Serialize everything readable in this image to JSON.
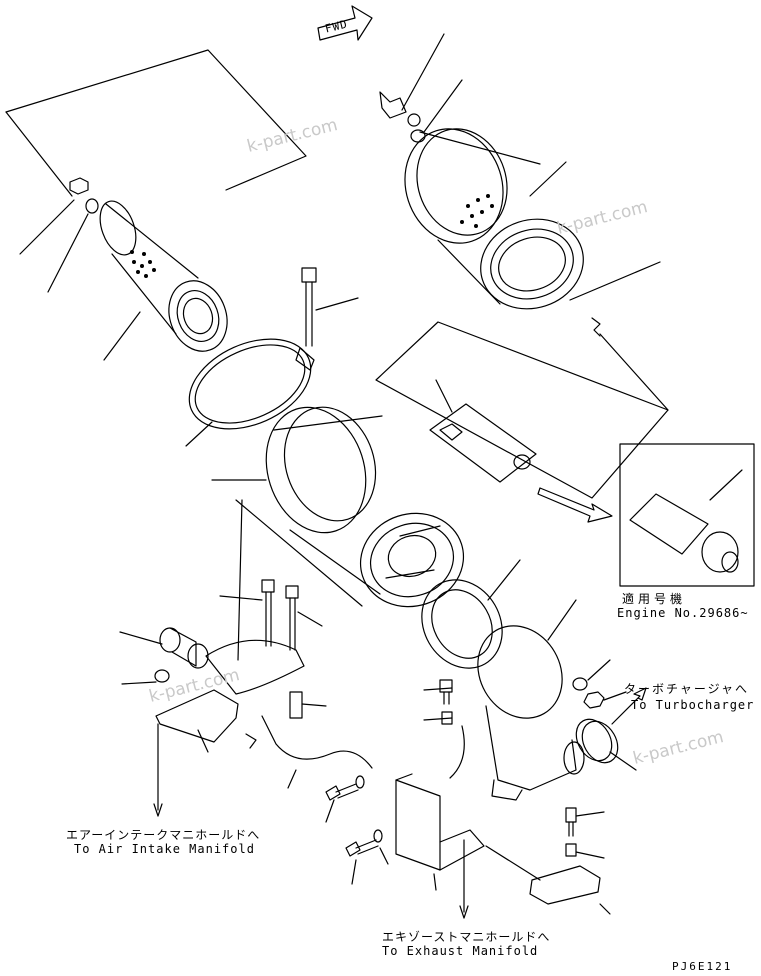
{
  "fwd_label": "FWD",
  "watermark": "k-part.com",
  "applicable": {
    "jp": "適用号機",
    "en": "Engine No.29686~"
  },
  "turbo": {
    "jp": "ターボチャージャへ",
    "en": "To Turbocharger"
  },
  "air_intake": {
    "jp": "エアーインテークマニホールドへ",
    "en": "To Air Intake Manifold"
  },
  "exhaust": {
    "jp": "エキゾーストマニホールドへ",
    "en": "To Exhaust Manifold"
  },
  "drawing_code": "PJ6E121"
}
